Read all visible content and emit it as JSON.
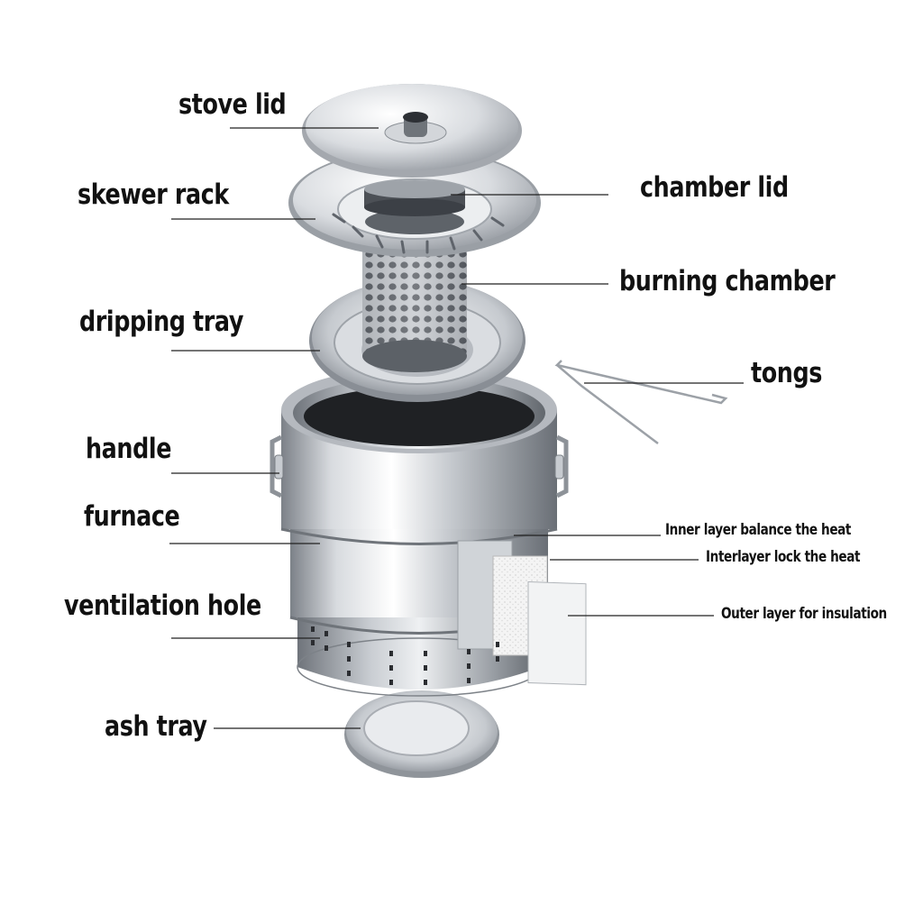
{
  "labels": {
    "stove_lid": "stove lid",
    "skewer_rack": "skewer rack",
    "chamber_lid": "chamber lid",
    "burning_chamber": "burning chamber",
    "dripping_tray": "dripping tray",
    "tongs": "tongs",
    "handle": "handle",
    "furnace": "furnace",
    "inner_layer": "Inner layer balance the heat",
    "interlayer": "Interlayer lock the heat",
    "outer_layer": "Outer layer for insulation",
    "ventilation_hole": "ventilation hole",
    "ash_tray": "ash tray"
  },
  "colors": {
    "text": "#111111",
    "leader_line": "#222222",
    "steel_light": "#f2f3f5",
    "steel_mid": "#b9bdc3",
    "steel_dark": "#6e737a",
    "furnace_interior": "#1f2124"
  }
}
